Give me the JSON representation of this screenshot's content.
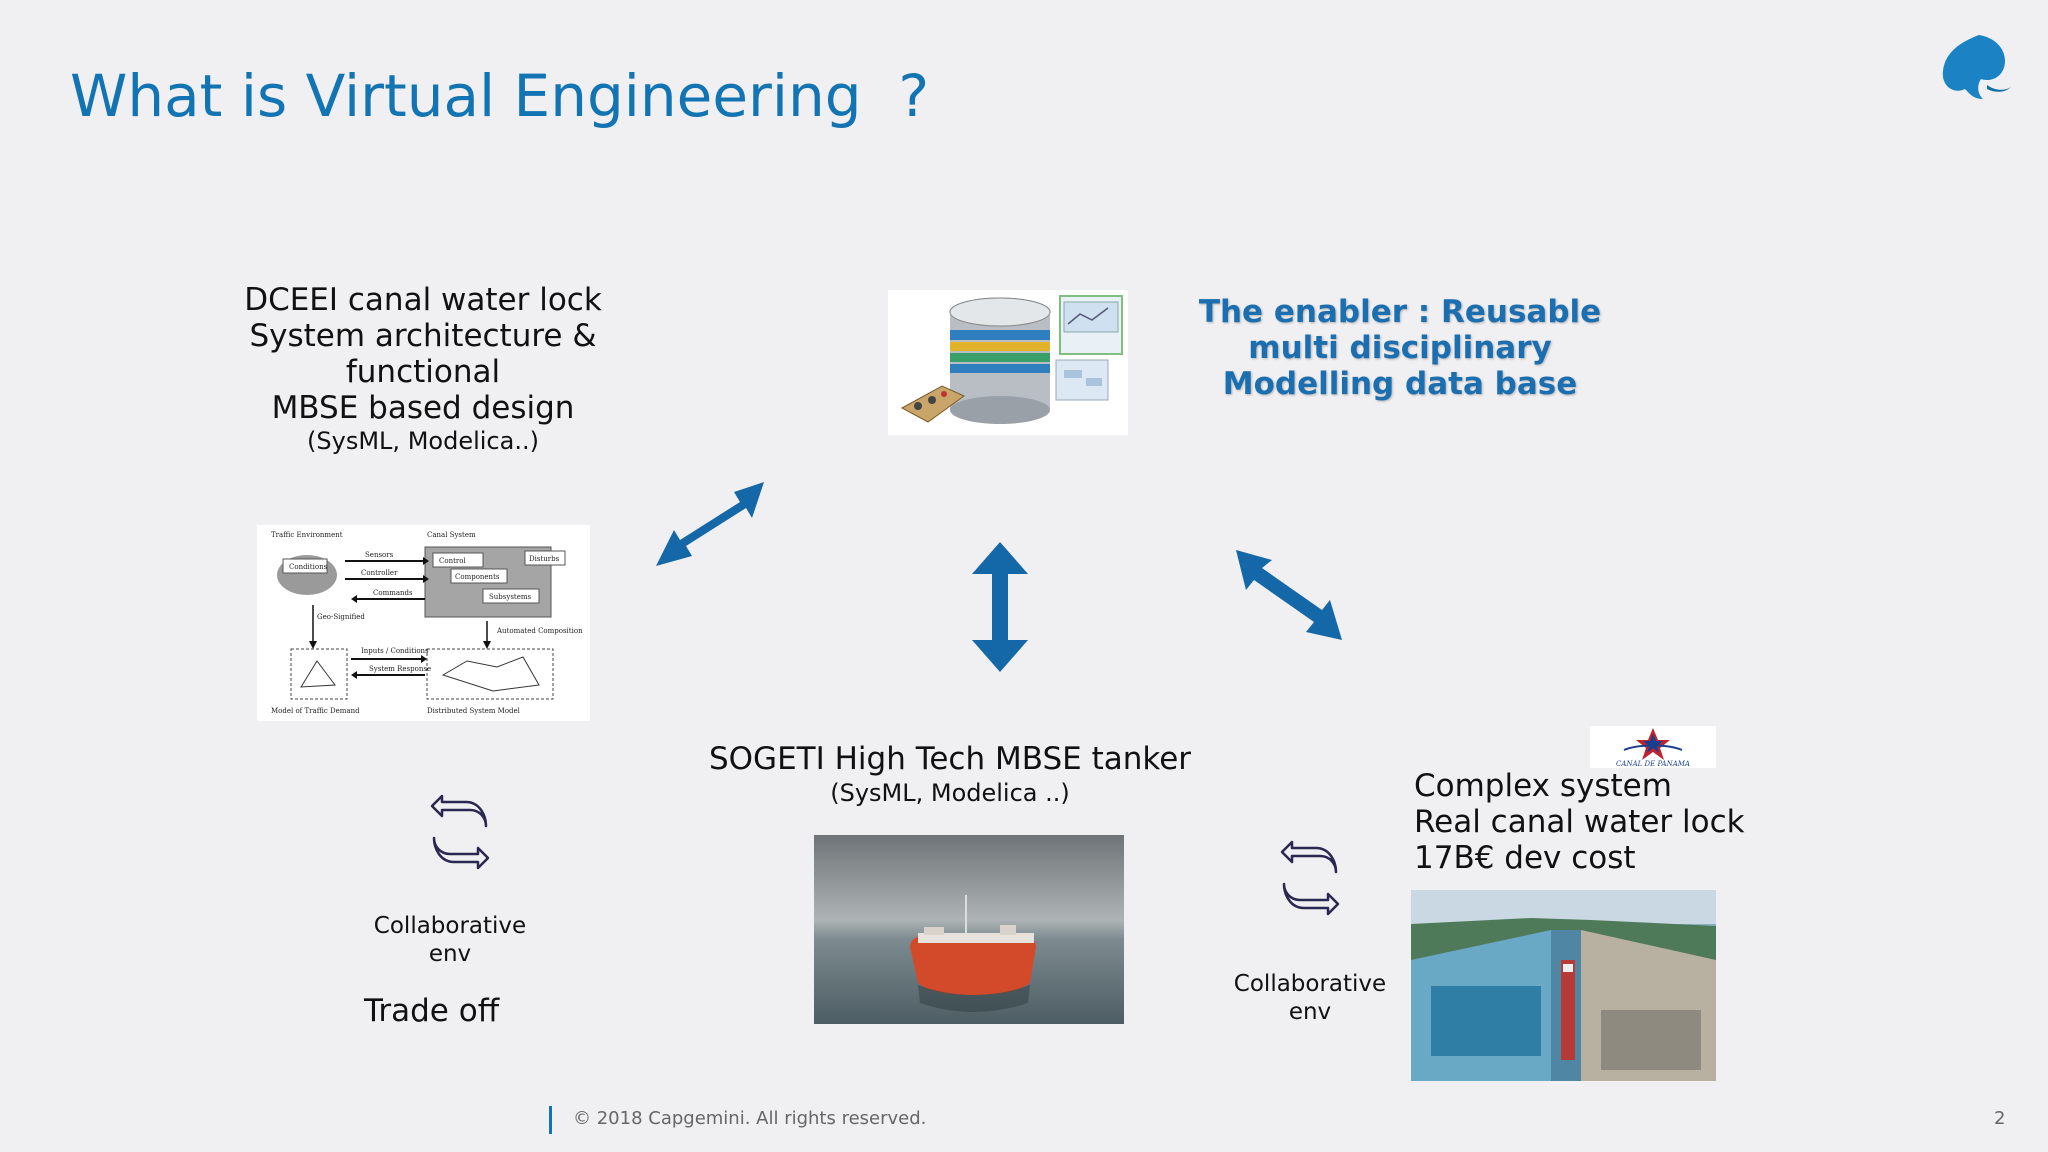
{
  "slide": {
    "title": "What is Virtual Engineering  ?",
    "dceei": {
      "lines": [
        "DCEEI canal water lock",
        "System architecture &",
        "functional",
        "MBSE based design"
      ],
      "sub": "(SysML, Modelica..)"
    },
    "enabler": {
      "lines": [
        "The enabler : Reusable",
        "multi disciplinary",
        "Modelling data base"
      ]
    },
    "sogeti": {
      "title": "SOGETI High Tech MBSE tanker",
      "sub": "(SysML, Modelica ..)"
    },
    "complex": {
      "lines": [
        "Complex system",
        "Real canal water lock",
        "17B€ dev cost"
      ]
    },
    "collab_left": [
      "Collaborative",
      "env"
    ],
    "collab_right": [
      "Collaborative",
      "env"
    ],
    "tradeoff": "Trade off",
    "panama_logo_text": "CANAL DE PANAMA",
    "diagram": {
      "labels": [
        "Traffic Environment",
        "Canal System",
        "Conditions",
        "Sensors",
        "Controller",
        "Commands",
        "Control",
        "Components",
        "Disturbs",
        "Subsystems",
        "Geo-Signified",
        "Inputs / Conditions",
        "System Response",
        "Automated Composition",
        "Model of Traffic Demand",
        "Distributed System Model"
      ]
    },
    "footer": "© 2018 Capgemini. All rights reserved.",
    "page_number": "2",
    "colors": {
      "accent": "#1274b3",
      "arrow": "#1568a8",
      "enabler_text": "#1b6fb0",
      "cycle_icon": "#2a2750"
    }
  }
}
